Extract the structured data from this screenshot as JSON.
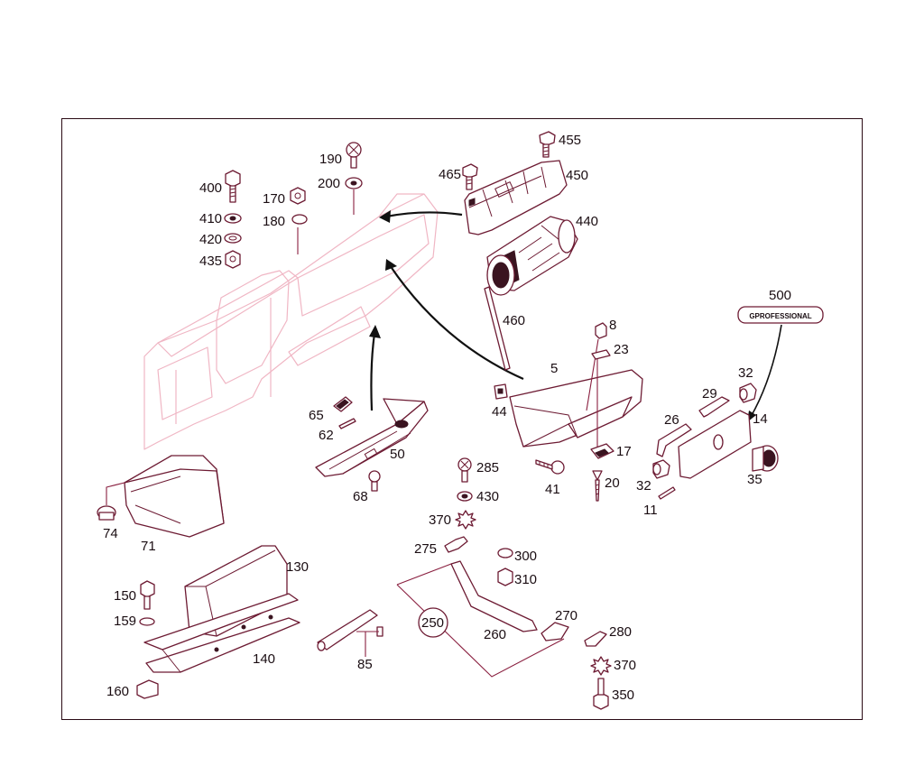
{
  "diagram": {
    "labels": {
      "p455": "455",
      "p465": "465",
      "p450": "450",
      "p440": "440",
      "p460": "460",
      "p190": "190",
      "p200": "200",
      "p170": "170",
      "p180": "180",
      "p400": "400",
      "p410": "410",
      "p420": "420",
      "p435": "435",
      "p500": "500",
      "p8": "8",
      "p23": "23",
      "p5": "5",
      "p44": "44",
      "p17": "17",
      "p20": "20",
      "p41": "41",
      "p32a": "32",
      "p29": "29",
      "p26": "26",
      "p14": "14",
      "p32b": "32",
      "p11": "11",
      "p35": "35",
      "p65": "65",
      "p62": "62",
      "p50": "50",
      "p68": "68",
      "p285": "285",
      "p430": "430",
      "p370a": "370",
      "p275": "275",
      "p300": "300",
      "p310": "310",
      "p250": "250",
      "p260": "260",
      "p270": "270",
      "p280": "280",
      "p370b": "370",
      "p350": "350",
      "p74": "74",
      "p71": "71",
      "p130": "130",
      "p150": "150",
      "p159": "159",
      "p140": "140",
      "p160": "160",
      "p85": "85"
    },
    "badge_text": "GPROFESSIONAL",
    "colors": {
      "line": "#6d1b33",
      "ghost": "#f0b6c4",
      "frame": "#2a0a14",
      "arrow": "#111111"
    }
  }
}
